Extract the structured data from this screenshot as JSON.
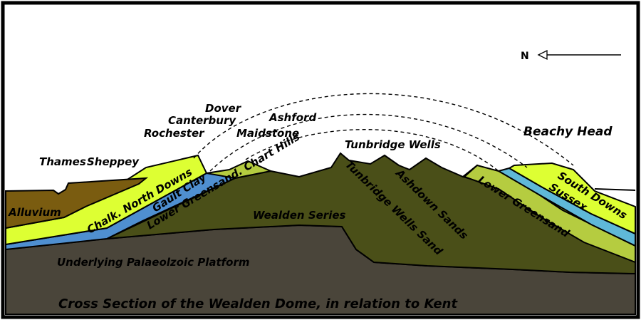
{
  "labels": {
    "north": "N",
    "thames": "Thames",
    "sheppey": "Sheppey",
    "dover": "Dover",
    "canterbury": "Canterbury",
    "rochester": "Rochester",
    "ashford": "Ashford",
    "maidstone": "Maidstone",
    "tunbridge_wells_town": "Tunbridge Wells",
    "beachy_head": "Beachy Head",
    "alluvium": "Alluvium",
    "chalk_north_downs": "Chalk. North Downs",
    "gault_clay": "Gault Clay",
    "lower_greensand_chart_hills": "Lower Greensand. Chart Hills",
    "wealden_series": "Wealden Series",
    "tunbridge_wells_sand": "Tunbridge Wells Sand",
    "ashdown_sands": "Ashdown Sands",
    "lower_greensand_south": "Lower Greensand",
    "south_downs": "South Downs",
    "sussex": "Sussex",
    "palaeozoic": "Underlying Palaeolzoic Platform",
    "caption": "Cross Section of the Wealden Dome, in relation to Kent"
  },
  "colors": {
    "alluvium": "#7a5c10",
    "chalk": "#ddff33",
    "gault": "#4f8fd0",
    "gault_south": "#5fb8d8",
    "greensand": "#b5cc40",
    "wealden": "#4a4f18",
    "palaeozoic": "#4a453a",
    "outline": "#000000"
  }
}
